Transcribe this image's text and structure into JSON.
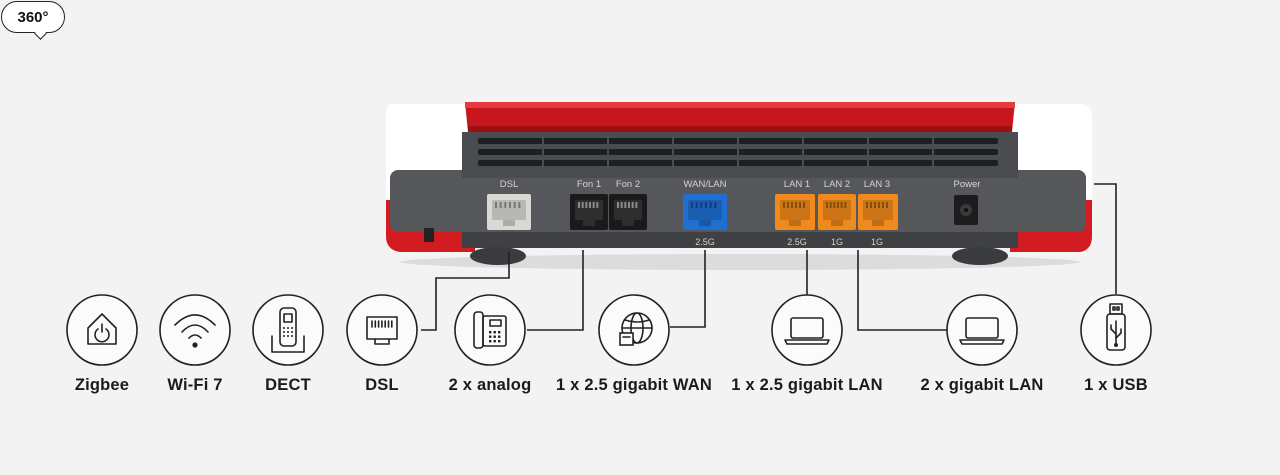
{
  "view_toggle": {
    "label": "360°"
  },
  "router": {
    "ports": [
      {
        "name": "DSL",
        "color": "#d8d8d4"
      },
      {
        "name": "Fon 1",
        "color": "#1a1a1a"
      },
      {
        "name": "Fon 2",
        "color": "#1a1a1a"
      },
      {
        "name": "WAN/LAN",
        "speed": "2.5G",
        "color": "#1f6fd1"
      },
      {
        "name": "LAN 1",
        "speed": "2.5G",
        "color": "#f08a1c"
      },
      {
        "name": "LAN 2",
        "speed": "1G",
        "color": "#f08a1c"
      },
      {
        "name": "LAN 3",
        "speed": "1G",
        "color": "#f08a1c"
      },
      {
        "name": "Power"
      }
    ],
    "colors": {
      "red_cover": "#c8171c",
      "body": "#4a4c50",
      "white_caps": "#ffffff"
    }
  },
  "features": [
    {
      "icon": "home-icon",
      "label": "Zigbee"
    },
    {
      "icon": "wifi-icon",
      "label": "Wi-Fi 7"
    },
    {
      "icon": "dect-phone-icon",
      "label": "DECT"
    },
    {
      "icon": "dsl-port-icon",
      "label": "DSL"
    },
    {
      "icon": "analog-phone-icon",
      "label": "2 x analog"
    },
    {
      "icon": "globe-icon",
      "label": "1 x 2.5 gigabit WAN"
    },
    {
      "icon": "laptop-icon",
      "label": "1 x 2.5 gigabit LAN"
    },
    {
      "icon": "laptop-icon",
      "label": "2 x gigabit LAN"
    },
    {
      "icon": "usb-icon",
      "label": "1 x USB"
    }
  ]
}
